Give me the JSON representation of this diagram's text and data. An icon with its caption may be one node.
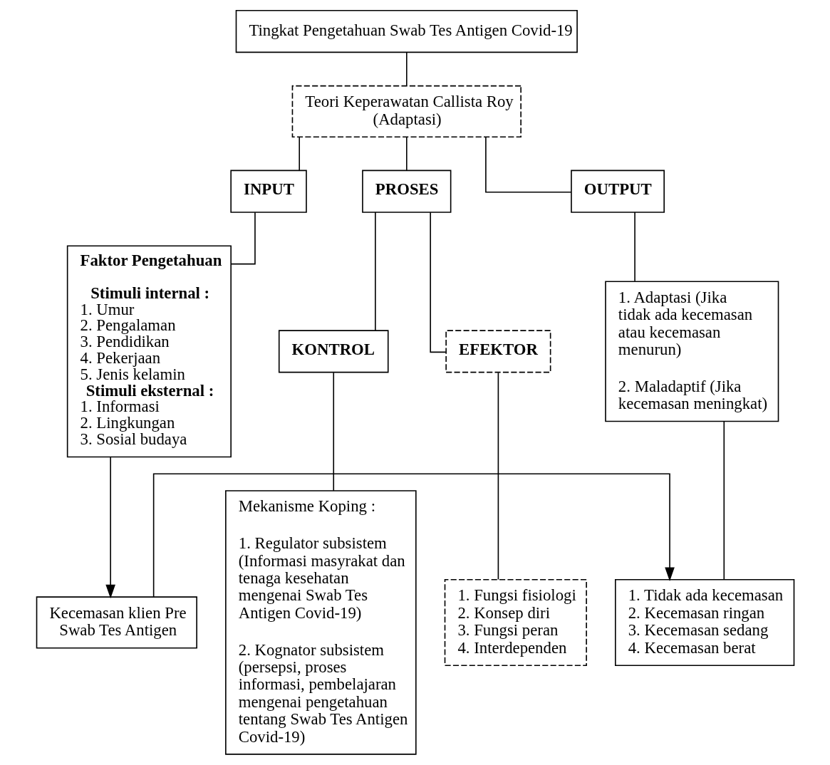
{
  "diagram": {
    "nodes": [
      {
        "text": [
          "Tingkat Pengetahuan Swab Tes Antigen Covid-19"
        ]
      },
      {
        "text": [
          "Teori Keperawatan Callista Roy (Adaptasi)"
        ]
      },
      {
        "text": [
          "INPUT"
        ]
      },
      {
        "text": [
          "PROSES"
        ]
      },
      {
        "text": [
          "OUTPUT"
        ]
      },
      {
        "text": [
          "Faktor Pengetahuan",
          "Stimuli internal :",
          "1. Umur",
          "2. Pengalaman",
          "3. Pendidikan",
          "4. Pekerjaan",
          "5. Jenis kelamin",
          "Stimuli eksternal :",
          "1. Informasi",
          "2. Lingkungan",
          "3. Sosial budaya"
        ]
      },
      {
        "text": [
          "KONTROL"
        ]
      },
      {
        "text": [
          "EFEKTOR"
        ]
      },
      {
        "text": [
          "Mekanisme Koping :",
          "1. Regulator subsistem (Informasi masyrakat dan tenaga kesehatan mengenai Swab Tes Antigen Covid-19)",
          "2. Kognator subsistem (persepsi, proses informasi, pembelajaran mengenai pengetahuan tentang Swab Tes Antigen Covid-19)"
        ]
      },
      {
        "text": [
          "1. Fungsi fisiologi",
          "2. Konsep diri",
          "3. Fungsi peran",
          "4. Interdependen"
        ]
      },
      {
        "text": [
          "1. Adaptasi (Jika tidak ada kecemasan atau kecemasan menurun)",
          "2. Maladaptif (Jika kecemasan meningkat)"
        ]
      },
      {
        "text": [
          "Kecemasan klien Pre Swab Tes Antigen"
        ]
      },
      {
        "text": [
          "1. Tidak ada kecemasan",
          "2. Kecemasan ringan",
          "3. Kecemasan sedang",
          "4. Kecemasan berat"
        ]
      }
    ],
    "edges": [
      {
        "from": 0,
        "to": 1,
        "arrow": "none"
      },
      {
        "from": 1,
        "to": 2,
        "arrow": "none"
      },
      {
        "from": 1,
        "to": 3,
        "arrow": "none"
      },
      {
        "from": 1,
        "to": 4,
        "arrow": "none"
      },
      {
        "from": 2,
        "to": 5,
        "arrow": "none"
      },
      {
        "from": 3,
        "to": 6,
        "arrow": "none"
      },
      {
        "from": 3,
        "to": 7,
        "arrow": "none"
      },
      {
        "from": 6,
        "to": 8,
        "arrow": "none"
      },
      {
        "from": 7,
        "to": 9,
        "arrow": "none"
      },
      {
        "from": 4,
        "to": 10,
        "arrow": "none"
      },
      {
        "from": 10,
        "to": 12,
        "arrow": "none"
      },
      {
        "from": 5,
        "to": 11,
        "arrow": "to"
      },
      {
        "from": 11,
        "to": 12,
        "arrow": "to"
      }
    ]
  }
}
